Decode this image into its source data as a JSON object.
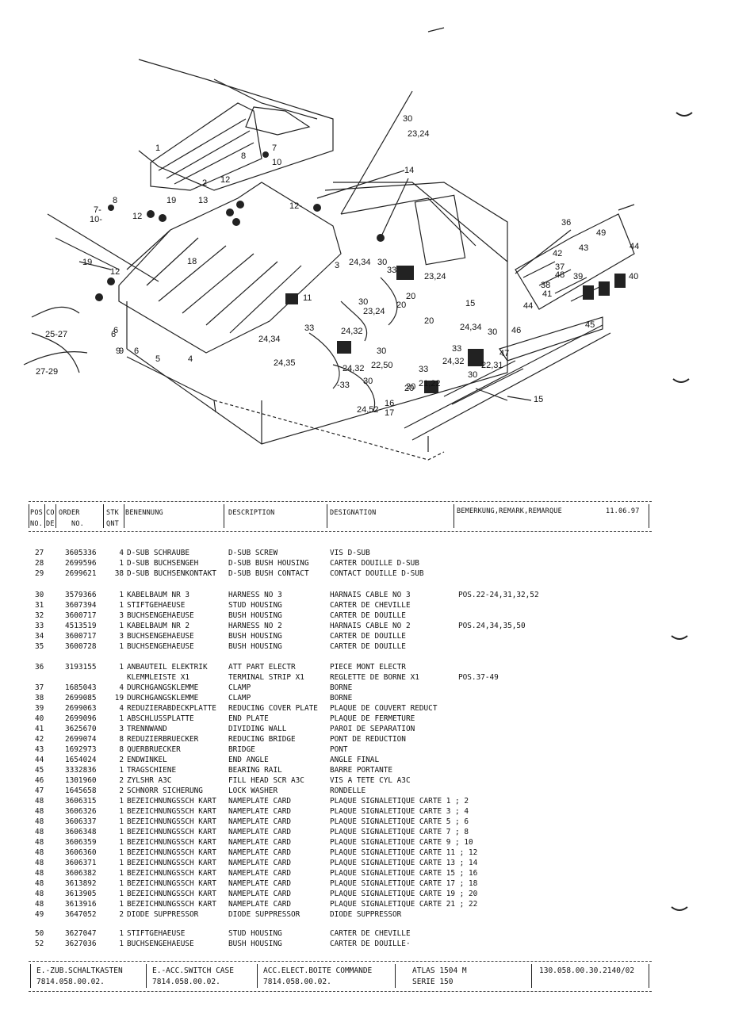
{
  "diagram": {
    "callouts": [
      "30",
      "23,24",
      "14",
      "1",
      "7",
      "8",
      "10",
      "2",
      "12",
      "7-",
      "8",
      "19",
      "13",
      "10-",
      "12",
      "12-",
      "6",
      "9",
      "36",
      "49",
      "42",
      "43",
      "44",
      "37",
      "48",
      "39",
      "38",
      "41",
      "40",
      "3",
      "24,34",
      "30",
      "23,24",
      "33",
      "20",
      "19",
      "12",
      "18",
      "11",
      "30",
      "23,24",
      "20",
      "15",
      "44",
      "24,34",
      "30",
      "46",
      "45",
      "20",
      "25-27",
      "6",
      "33",
      "24,32",
      "9",
      "6",
      "24,34",
      "33",
      "24,32",
      "47",
      "5",
      "4",
      "30",
      "22,31",
      "27-29",
      "24,35",
      "24,32",
      "22,50",
      "33",
      "21,22",
      "20",
      "30",
      "-33",
      "30",
      "20",
      "16",
      "24,52",
      "17",
      "15"
    ]
  },
  "header": {
    "pos_no": [
      "POS",
      "NO."
    ],
    "co_de": [
      "CO",
      "DE"
    ],
    "order_no": [
      "ORDER",
      "NO."
    ],
    "stk_qnt": [
      "STK",
      "QNT"
    ],
    "benennung": "BENENNUNG",
    "description": "DESCRIPTION",
    "designation": "DESIGNATION",
    "remark": "BEMERKUNG,REMARK,REMARQUE",
    "date": "11.06.97"
  },
  "rows": [
    {
      "pos": "27",
      "order": "3605336",
      "qty": "4",
      "ben": "D-SUB SCHRAUBE",
      "desc": "D-SUB SCREW",
      "dsg": "VIS D-SUB",
      "rem": ""
    },
    {
      "pos": "28",
      "order": "2699596",
      "qty": "1",
      "ben": "D-SUB BUCHSENGEH",
      "desc": "D-SUB BUSH HOUSING",
      "dsg": "CARTER DOUILLE D-SUB",
      "rem": ""
    },
    {
      "pos": "29",
      "order": "2699621",
      "qty": "38",
      "ben": "D-SUB BUCHSENKONTAKT",
      "desc": "D-SUB BUSH CONTACT",
      "dsg": "CONTACT DOUILLE D-SUB",
      "rem": ""
    },
    {
      "pos": "30",
      "order": "3579366",
      "qty": "1",
      "ben": "KABELBAUM NR  3",
      "desc": "HARNESS NO  3",
      "dsg": "HARNAIS CABLE NO  3",
      "rem": "POS.22-24,31,32,52"
    },
    {
      "pos": "31",
      "order": "3607394",
      "qty": "1",
      "ben": "STIFTGEHAEUSE",
      "desc": "STUD HOUSING",
      "dsg": "CARTER DE CHEVILLE",
      "rem": ""
    },
    {
      "pos": "32",
      "order": "3600717",
      "qty": "3",
      "ben": "BUCHSENGEHAEUSE",
      "desc": "BUSH HOUSING",
      "dsg": "CARTER DE DOUILLE",
      "rem": ""
    },
    {
      "pos": "33",
      "order": "4513519",
      "qty": "1",
      "ben": "KABELBAUM NR  2",
      "desc": "HARNESS NO  2",
      "dsg": "HARNAIS CABLE NO  2",
      "rem": "POS.24,34,35,50"
    },
    {
      "pos": "34",
      "order": "3600717",
      "qty": "3",
      "ben": "BUCHSENGEHAEUSE",
      "desc": "BUSH HOUSING",
      "dsg": "CARTER DE DOUILLE",
      "rem": ""
    },
    {
      "pos": "35",
      "order": "3600728",
      "qty": "1",
      "ben": "BUCHSENGEHAEUSE",
      "desc": "BUSH HOUSING",
      "dsg": "CARTER DE DOUILLE",
      "rem": ""
    },
    {
      "pos": "36",
      "order": "3193155",
      "qty": "1",
      "ben": "ANBAUTEIL ELEKTRIK",
      "desc": "ATT PART ELECTR",
      "dsg": "PIECE MONT ELECTR",
      "rem": ""
    },
    {
      "pos": "",
      "order": "",
      "qty": "",
      "ben": "KLEMMLEISTE X1",
      "desc": "TERMINAL STRIP X1",
      "dsg": "REGLETTE DE BORNE X1",
      "rem": "POS.37-49"
    },
    {
      "pos": "37",
      "order": "1685043",
      "qty": "4",
      "ben": "DURCHGANGSKLEMME",
      "desc": "CLAMP",
      "dsg": "BORNE",
      "rem": ""
    },
    {
      "pos": "38",
      "order": "2699085",
      "qty": "19",
      "ben": "DURCHGANGSKLEMME",
      "desc": "CLAMP",
      "dsg": "BORNE",
      "rem": ""
    },
    {
      "pos": "39",
      "order": "2699063",
      "qty": "4",
      "ben": "REDUZIERABDECKPLATTE",
      "desc": "REDUCING COVER PLATE",
      "dsg": "PLAQUE DE COUVERT REDUCT",
      "rem": ""
    },
    {
      "pos": "40",
      "order": "2699096",
      "qty": "1",
      "ben": "ABSCHLUSSPLATTE",
      "desc": "END PLATE",
      "dsg": "PLAQUE DE FERMETURE",
      "rem": ""
    },
    {
      "pos": "41",
      "order": "3625670",
      "qty": "3",
      "ben": "TRENNWAND",
      "desc": "DIVIDING WALL",
      "dsg": "PAROI DE SEPARATION",
      "rem": ""
    },
    {
      "pos": "42",
      "order": "2699074",
      "qty": "8",
      "ben": "REDUZIERBRUECKER",
      "desc": "REDUCING BRIDGE",
      "dsg": "PONT DE REDUCTION",
      "rem": ""
    },
    {
      "pos": "43",
      "order": "1692973",
      "qty": "8",
      "ben": "QUERBRUECKER",
      "desc": "BRIDGE",
      "dsg": "PONT",
      "rem": ""
    },
    {
      "pos": "44",
      "order": "1654024",
      "qty": "2",
      "ben": "ENDWINKEL",
      "desc": "END ANGLE",
      "dsg": "ANGLE FINAL",
      "rem": ""
    },
    {
      "pos": "45",
      "order": "3332836",
      "qty": "1",
      "ben": "TRAGSCHIENE",
      "desc": "BEARING RAIL",
      "dsg": "BARRE PORTANTE",
      "rem": ""
    },
    {
      "pos": "46",
      "order": "1301960",
      "qty": "2",
      "ben": "ZYLSHR A3C",
      "desc": "FILL HEAD SCR A3C",
      "dsg": "VIS A TETE CYL A3C",
      "rem": ""
    },
    {
      "pos": "47",
      "order": "1645658",
      "qty": "2",
      "ben": "SCHNORR SICHERUNG",
      "desc": "LOCK WASHER",
      "dsg": "RONDELLE",
      "rem": ""
    },
    {
      "pos": "48",
      "order": "3606315",
      "qty": "1",
      "ben": "BEZEICHNUNGSSCH KART",
      "desc": "NAMEPLATE CARD",
      "dsg": "PLAQUE SIGNALETIQUE CARTE  1 ;  2",
      "rem": ""
    },
    {
      "pos": "48",
      "order": "3606326",
      "qty": "1",
      "ben": "BEZEICHNUNGSSCH KART",
      "desc": "NAMEPLATE CARD",
      "dsg": "PLAQUE SIGNALETIQUE CARTE  3 ;  4",
      "rem": ""
    },
    {
      "pos": "48",
      "order": "3606337",
      "qty": "1",
      "ben": "BEZEICHNUNGSSCH KART",
      "desc": "NAMEPLATE CARD",
      "dsg": "PLAQUE SIGNALETIQUE CARTE  5 ;  6",
      "rem": ""
    },
    {
      "pos": "48",
      "order": "3606348",
      "qty": "1",
      "ben": "BEZEICHNUNGSSCH KART",
      "desc": "NAMEPLATE CARD",
      "dsg": "PLAQUE SIGNALETIQUE CARTE  7 ;  8",
      "rem": ""
    },
    {
      "pos": "48",
      "order": "3606359",
      "qty": "1",
      "ben": "BEZEICHNUNGSSCH KART",
      "desc": "NAMEPLATE CARD",
      "dsg": "PLAQUE SIGNALETIQUE CARTE  9 ; 10",
      "rem": ""
    },
    {
      "pos": "48",
      "order": "3606360",
      "qty": "1",
      "ben": "BEZEICHNUNGSSCH KART",
      "desc": "NAMEPLATE CARD",
      "dsg": "PLAQUE SIGNALETIQUE CARTE 11 ; 12",
      "rem": ""
    },
    {
      "pos": "48",
      "order": "3606371",
      "qty": "1",
      "ben": "BEZEICHNUNGSSCH KART",
      "desc": "NAMEPLATE CARD",
      "dsg": "PLAQUE SIGNALETIQUE CARTE 13 ; 14",
      "rem": ""
    },
    {
      "pos": "48",
      "order": "3606382",
      "qty": "1",
      "ben": "BEZEICHNUNGSSCH KART",
      "desc": "NAMEPLATE CARD",
      "dsg": "PLAQUE SIGNALETIQUE CARTE 15 ; 16",
      "rem": ""
    },
    {
      "pos": "48",
      "order": "3613892",
      "qty": "1",
      "ben": "BEZEICHNUNGSSCH KART",
      "desc": "NAMEPLATE CARD",
      "dsg": "PLAQUE SIGNALETIQUE CARTE 17 ; 18",
      "rem": ""
    },
    {
      "pos": "48",
      "order": "3613905",
      "qty": "1",
      "ben": "BEZEICHNUNGSSCH KART",
      "desc": "NAMEPLATE CARD",
      "dsg": "PLAQUE SIGNALETIQUE CARTE 19 ; 20",
      "rem": ""
    },
    {
      "pos": "48",
      "order": "3613916",
      "qty": "1",
      "ben": "BEZEICHNUNGSSCH KART",
      "desc": "NAMEPLATE CARD",
      "dsg": "PLAQUE SIGNALETIQUE CARTE 21 ; 22",
      "rem": ""
    },
    {
      "pos": "49",
      "order": "3647052",
      "qty": "2",
      "ben": "DIODE SUPPRESSOR",
      "desc": "DIODE SUPPRESSOR",
      "dsg": "DIODE SUPPRESSOR",
      "rem": ""
    },
    {
      "pos": "50",
      "order": "3627047",
      "qty": "1",
      "ben": "STIFTGEHAEUSE",
      "desc": "STUD HOUSING",
      "dsg": "CARTER DE CHEVILLE",
      "rem": ""
    },
    {
      "pos": "52",
      "order": "3627036",
      "qty": "1",
      "ben": "BUCHSENGEHAEUSE",
      "desc": "BUSH HOUSING",
      "dsg": "CARTER DE DOUILLE·",
      "rem": ""
    }
  ],
  "footer": {
    "de_line1": "E.-ZUB.SCHALTKASTEN",
    "de_line2": "7814.058.00.02.",
    "en_line1": "E.-ACC.SWITCH CASE",
    "en_line2": "7814.058.00.02.",
    "fr_line1": "ACC.ELECT.BOITE COMMANDE",
    "fr_line2": "7814.058.00.02.",
    "model_line1": "ATLAS 1504 M",
    "model_line2": "SERIE 150",
    "doc_number": "130.058.00.30.2140/02"
  }
}
